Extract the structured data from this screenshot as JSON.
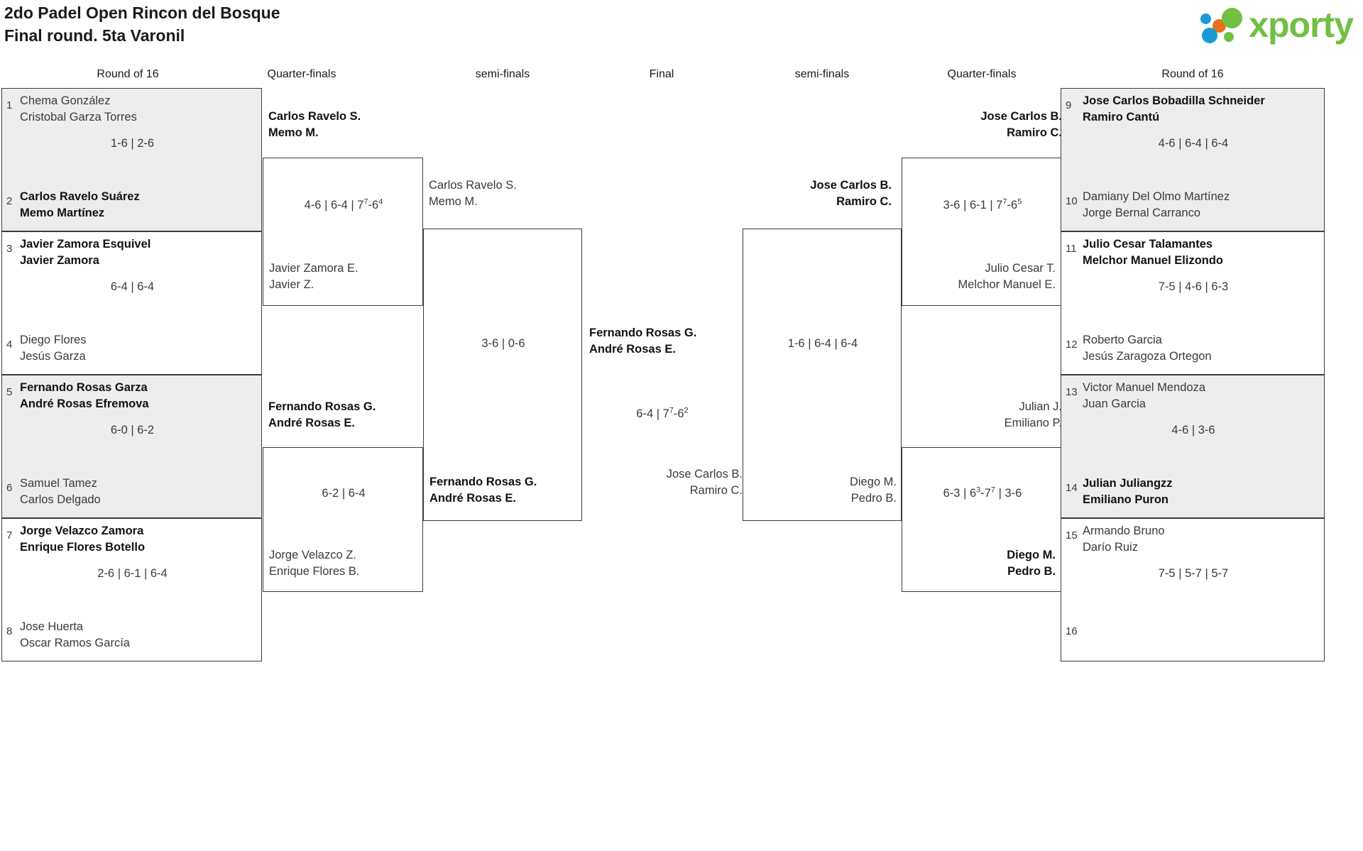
{
  "header": {
    "title_line1": "2do Padel Open Rincon del Bosque",
    "title_line2": "Final round. 5ta Varonil",
    "logo_text": "xporty",
    "logo_colors": {
      "green": "#72bf44",
      "blue": "#1b9ad6",
      "orange": "#e8701a"
    }
  },
  "round_labels": {
    "r16_left": "Round of 16",
    "qf_left": "Quarter-finals",
    "sf_left": "semi-finals",
    "final": "Final",
    "sf_right": "semi-finals",
    "qf_right": "Quarter-finals",
    "r16_right": "Round of 16"
  },
  "bracket": {
    "r16_left": [
      {
        "seed_top": "1",
        "seed_bottom": "2",
        "top_p1": "Chema González",
        "top_p2": "Cristobal Garza Torres",
        "top_winner": false,
        "bottom_p1": "Carlos Ravelo Suárez",
        "bottom_p2": "Memo Martínez",
        "bottom_winner": true,
        "score": "1-6 | 2-6"
      },
      {
        "seed_top": "3",
        "seed_bottom": "4",
        "top_p1": "Javier Zamora Esquivel",
        "top_p2": "Javier Zamora",
        "top_winner": true,
        "bottom_p1": "Diego Flores",
        "bottom_p2": "Jesús Garza",
        "bottom_winner": false,
        "score": "6-4 | 6-4"
      },
      {
        "seed_top": "5",
        "seed_bottom": "6",
        "top_p1": "Fernando Rosas Garza",
        "top_p2": "André Rosas Efremova",
        "top_winner": true,
        "bottom_p1": "Samuel Tamez",
        "bottom_p2": "Carlos Delgado",
        "bottom_winner": false,
        "score": "6-0 | 6-2"
      },
      {
        "seed_top": "7",
        "seed_bottom": "8",
        "top_p1": "Jorge Velazco Zamora",
        "top_p2": "Enrique Flores Botello",
        "top_winner": true,
        "bottom_p1": "Jose Huerta",
        "bottom_p2": "Oscar Ramos García",
        "bottom_winner": false,
        "score": "2-6 | 6-1 | 6-4"
      }
    ],
    "r16_right": [
      {
        "seed_top": "9",
        "seed_bottom": "10",
        "top_p1": "Jose Carlos Bobadilla Schneider",
        "top_p2": "Ramiro Cantú",
        "top_winner": true,
        "bottom_p1": "Damiany Del Olmo Martínez",
        "bottom_p2": "Jorge Bernal Carranco",
        "bottom_winner": false,
        "score": "4-6 | 6-4 | 6-4"
      },
      {
        "seed_top": "11",
        "seed_bottom": "12",
        "top_p1": "Julio Cesar Talamantes",
        "top_p2": "Melchor Manuel Elizondo",
        "top_winner": true,
        "bottom_p1": "Roberto Garcia",
        "bottom_p2": "Jesús Zaragoza Ortegon",
        "bottom_winner": false,
        "score": "7-5 | 4-6 | 6-3"
      },
      {
        "seed_top": "13",
        "seed_bottom": "14",
        "top_p1": "Victor Manuel Mendoza",
        "top_p2": "Juan Garcia",
        "top_winner": false,
        "bottom_p1": "Julian Juliangzz",
        "bottom_p2": "Emiliano Puron",
        "bottom_winner": true,
        "score": "4-6 | 3-6"
      },
      {
        "seed_top": "15",
        "seed_bottom": "16",
        "top_p1": "Armando Bruno",
        "top_p2": "Darío Ruiz",
        "top_winner": false,
        "bottom_p1": "",
        "bottom_p2": "",
        "bottom_winner": false,
        "score": "7-5 | 5-7 | 5-7"
      }
    ],
    "qf_left": [
      {
        "top_p1": "Carlos Ravelo S.",
        "top_p2": "Memo M.",
        "top_winner": true,
        "bottom_p1": "Javier Zamora E.",
        "bottom_p2": "Javier Z.",
        "bottom_winner": false,
        "score_html": "4-6 | 6-4 | 7<sup>7</sup>-6<sup>4</sup>"
      },
      {
        "top_p1": "Fernando Rosas G.",
        "top_p2": "André Rosas E.",
        "top_winner": true,
        "bottom_p1": "Jorge Velazco Z.",
        "bottom_p2": "Enrique Flores B.",
        "bottom_winner": false,
        "score_html": "6-2 | 6-4"
      }
    ],
    "qf_right": [
      {
        "top_p1": "Jose Carlos B.",
        "top_p2": "Ramiro C.",
        "top_winner": true,
        "bottom_p1": "Julio Cesar T.",
        "bottom_p2": "Melchor Manuel E.",
        "bottom_winner": false,
        "score_html": "3-6 | 6-1 | 7<sup>7</sup>-6<sup>5</sup>"
      },
      {
        "top_p1": "Julian J.",
        "top_p2": "Emiliano P.",
        "top_winner": false,
        "bottom_p1": "Diego M.",
        "bottom_p2": "Pedro B.",
        "bottom_winner": true,
        "score_html": "6-3 | 6<sup>3</sup>-7<sup>7</sup> | 3-6"
      }
    ],
    "sf_left": {
      "top_p1": "Carlos Ravelo S.",
      "top_p2": "Memo M.",
      "top_winner": false,
      "bottom_p1": "Fernando Rosas G.",
      "bottom_p2": "André Rosas E.",
      "bottom_winner": true,
      "score_html": "3-6 | 0-6"
    },
    "sf_right": {
      "top_p1": "Jose Carlos B.",
      "top_p2": "Ramiro C.",
      "top_winner": true,
      "bottom_p1": "Diego M.",
      "bottom_p2": "Pedro B.",
      "bottom_winner": false,
      "score_html": "1-6 | 6-4 | 6-4"
    },
    "final": {
      "top_p1": "Fernando Rosas G.",
      "top_p2": "André Rosas E.",
      "top_winner": true,
      "bottom_p1": "Jose Carlos B.",
      "bottom_p2": "Ramiro C.",
      "bottom_winner": false,
      "score_html": "6-4 | 7<sup>7</sup>-6<sup>2</sup>"
    }
  }
}
